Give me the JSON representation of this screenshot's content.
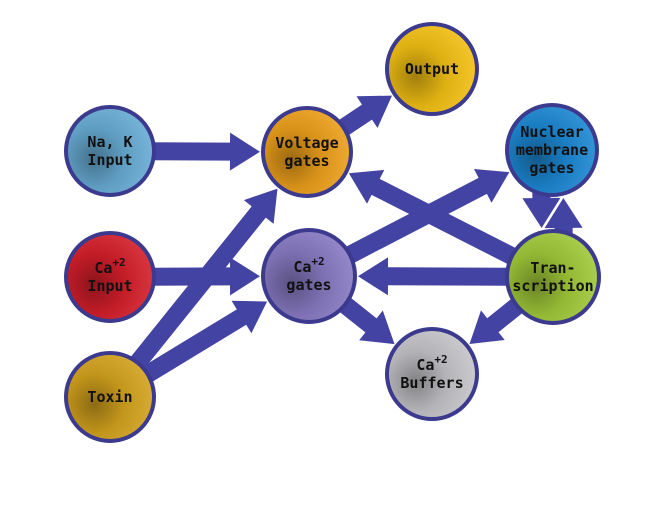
{
  "nodes": [
    {
      "id": "na_k_input",
      "lines": [
        "Na, K",
        "Input"
      ],
      "color": "#6aaed8"
    },
    {
      "id": "ca_input",
      "lines": [
        "Ca",
        "Input"
      ],
      "sup": "+2",
      "color": "#d81f2b"
    },
    {
      "id": "toxin",
      "lines": [
        "Toxin"
      ],
      "color": "#d7a51e"
    },
    {
      "id": "voltage_gates",
      "lines": [
        "Voltage",
        "gates"
      ],
      "color": "#f0a21c"
    },
    {
      "id": "ca_gates",
      "lines": [
        "Ca",
        "gates"
      ],
      "sup": "+2",
      "color": "#8a7cc6"
    },
    {
      "id": "output",
      "lines": [
        "Output"
      ],
      "color": "#f7c314"
    },
    {
      "id": "nuclear_membrane_gates",
      "lines": [
        "Nuclear",
        "membrane",
        "gates"
      ],
      "color": "#1d8ad6"
    },
    {
      "id": "transcription",
      "lines": [
        "Tran-",
        "scription"
      ],
      "color": "#a3cc3a"
    },
    {
      "id": "ca_buffers",
      "lines": [
        "Ca",
        "Buffers"
      ],
      "sup": "+2",
      "color": "#c8c8cc"
    }
  ],
  "edges": [
    {
      "from": "na_k_input",
      "to": "voltage_gates"
    },
    {
      "from": "ca_input",
      "to": "ca_gates"
    },
    {
      "from": "toxin",
      "to": "voltage_gates"
    },
    {
      "from": "toxin",
      "to": "ca_gates"
    },
    {
      "from": "voltage_gates",
      "to": "output"
    },
    {
      "from": "ca_gates",
      "to": "nuclear_membrane_gates"
    },
    {
      "from": "ca_gates",
      "to": "ca_buffers"
    },
    {
      "from": "transcription",
      "to": "voltage_gates"
    },
    {
      "from": "transcription",
      "to": "ca_gates"
    },
    {
      "from": "transcription",
      "to": "ca_buffers"
    },
    {
      "from": "nuclear_membrane_gates",
      "to": "transcription"
    },
    {
      "from": "transcription",
      "to": "nuclear_membrane_gates"
    }
  ]
}
